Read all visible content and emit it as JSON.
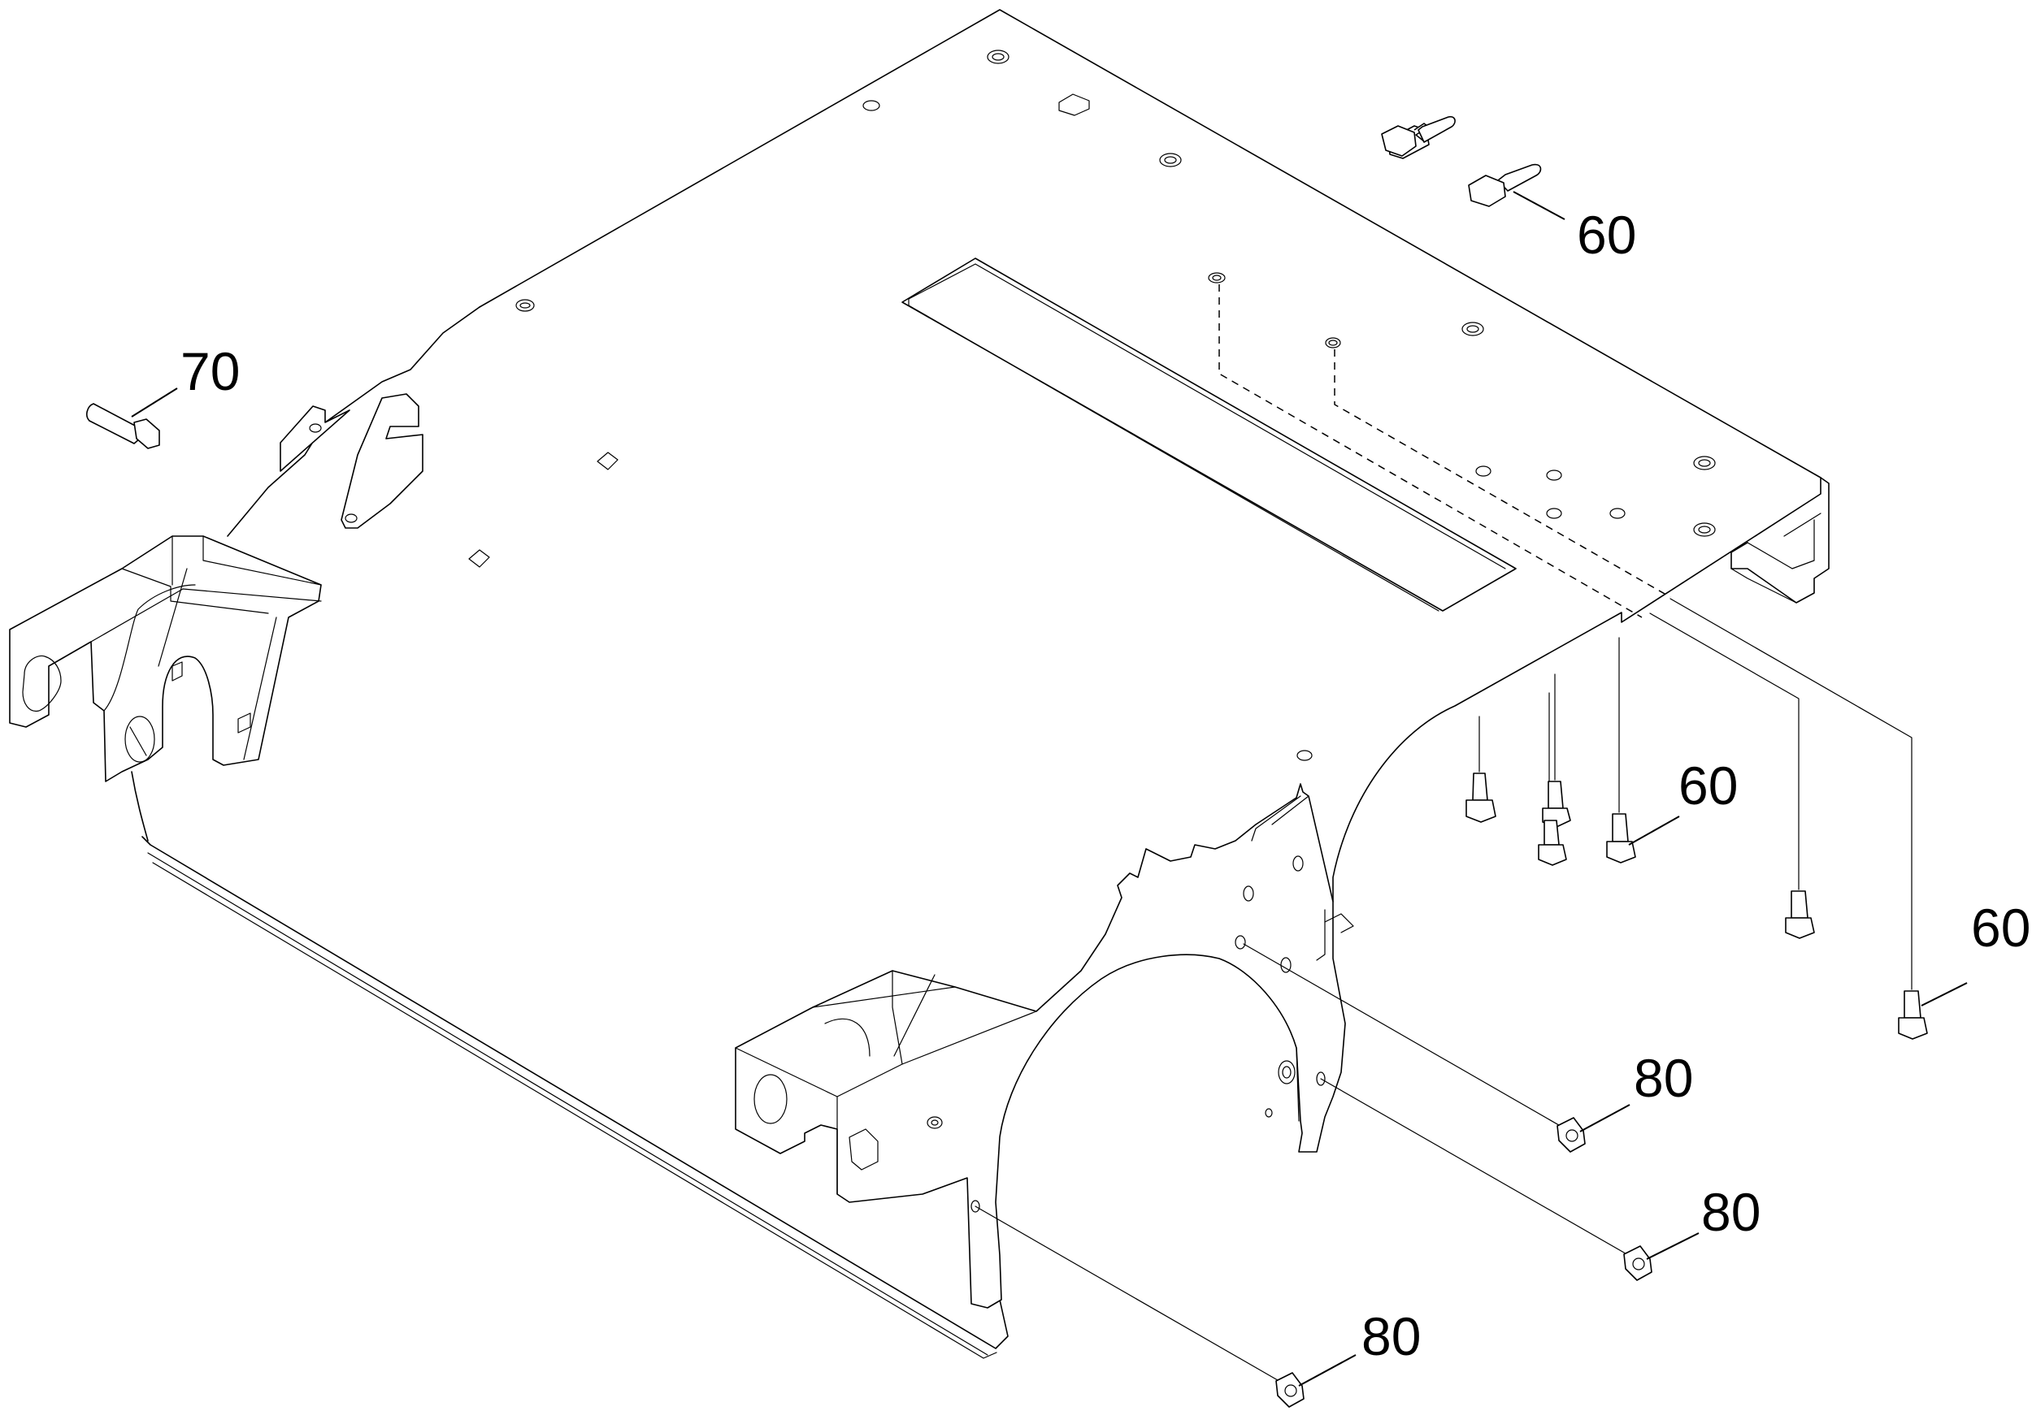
{
  "callouts": [
    {
      "id": "c60a",
      "label": "60"
    },
    {
      "id": "c70",
      "label": "70"
    },
    {
      "id": "c60b",
      "label": "60"
    },
    {
      "id": "c60c",
      "label": "60"
    },
    {
      "id": "c80a",
      "label": "80"
    },
    {
      "id": "c80b",
      "label": "80"
    },
    {
      "id": "c80c",
      "label": "80"
    }
  ]
}
